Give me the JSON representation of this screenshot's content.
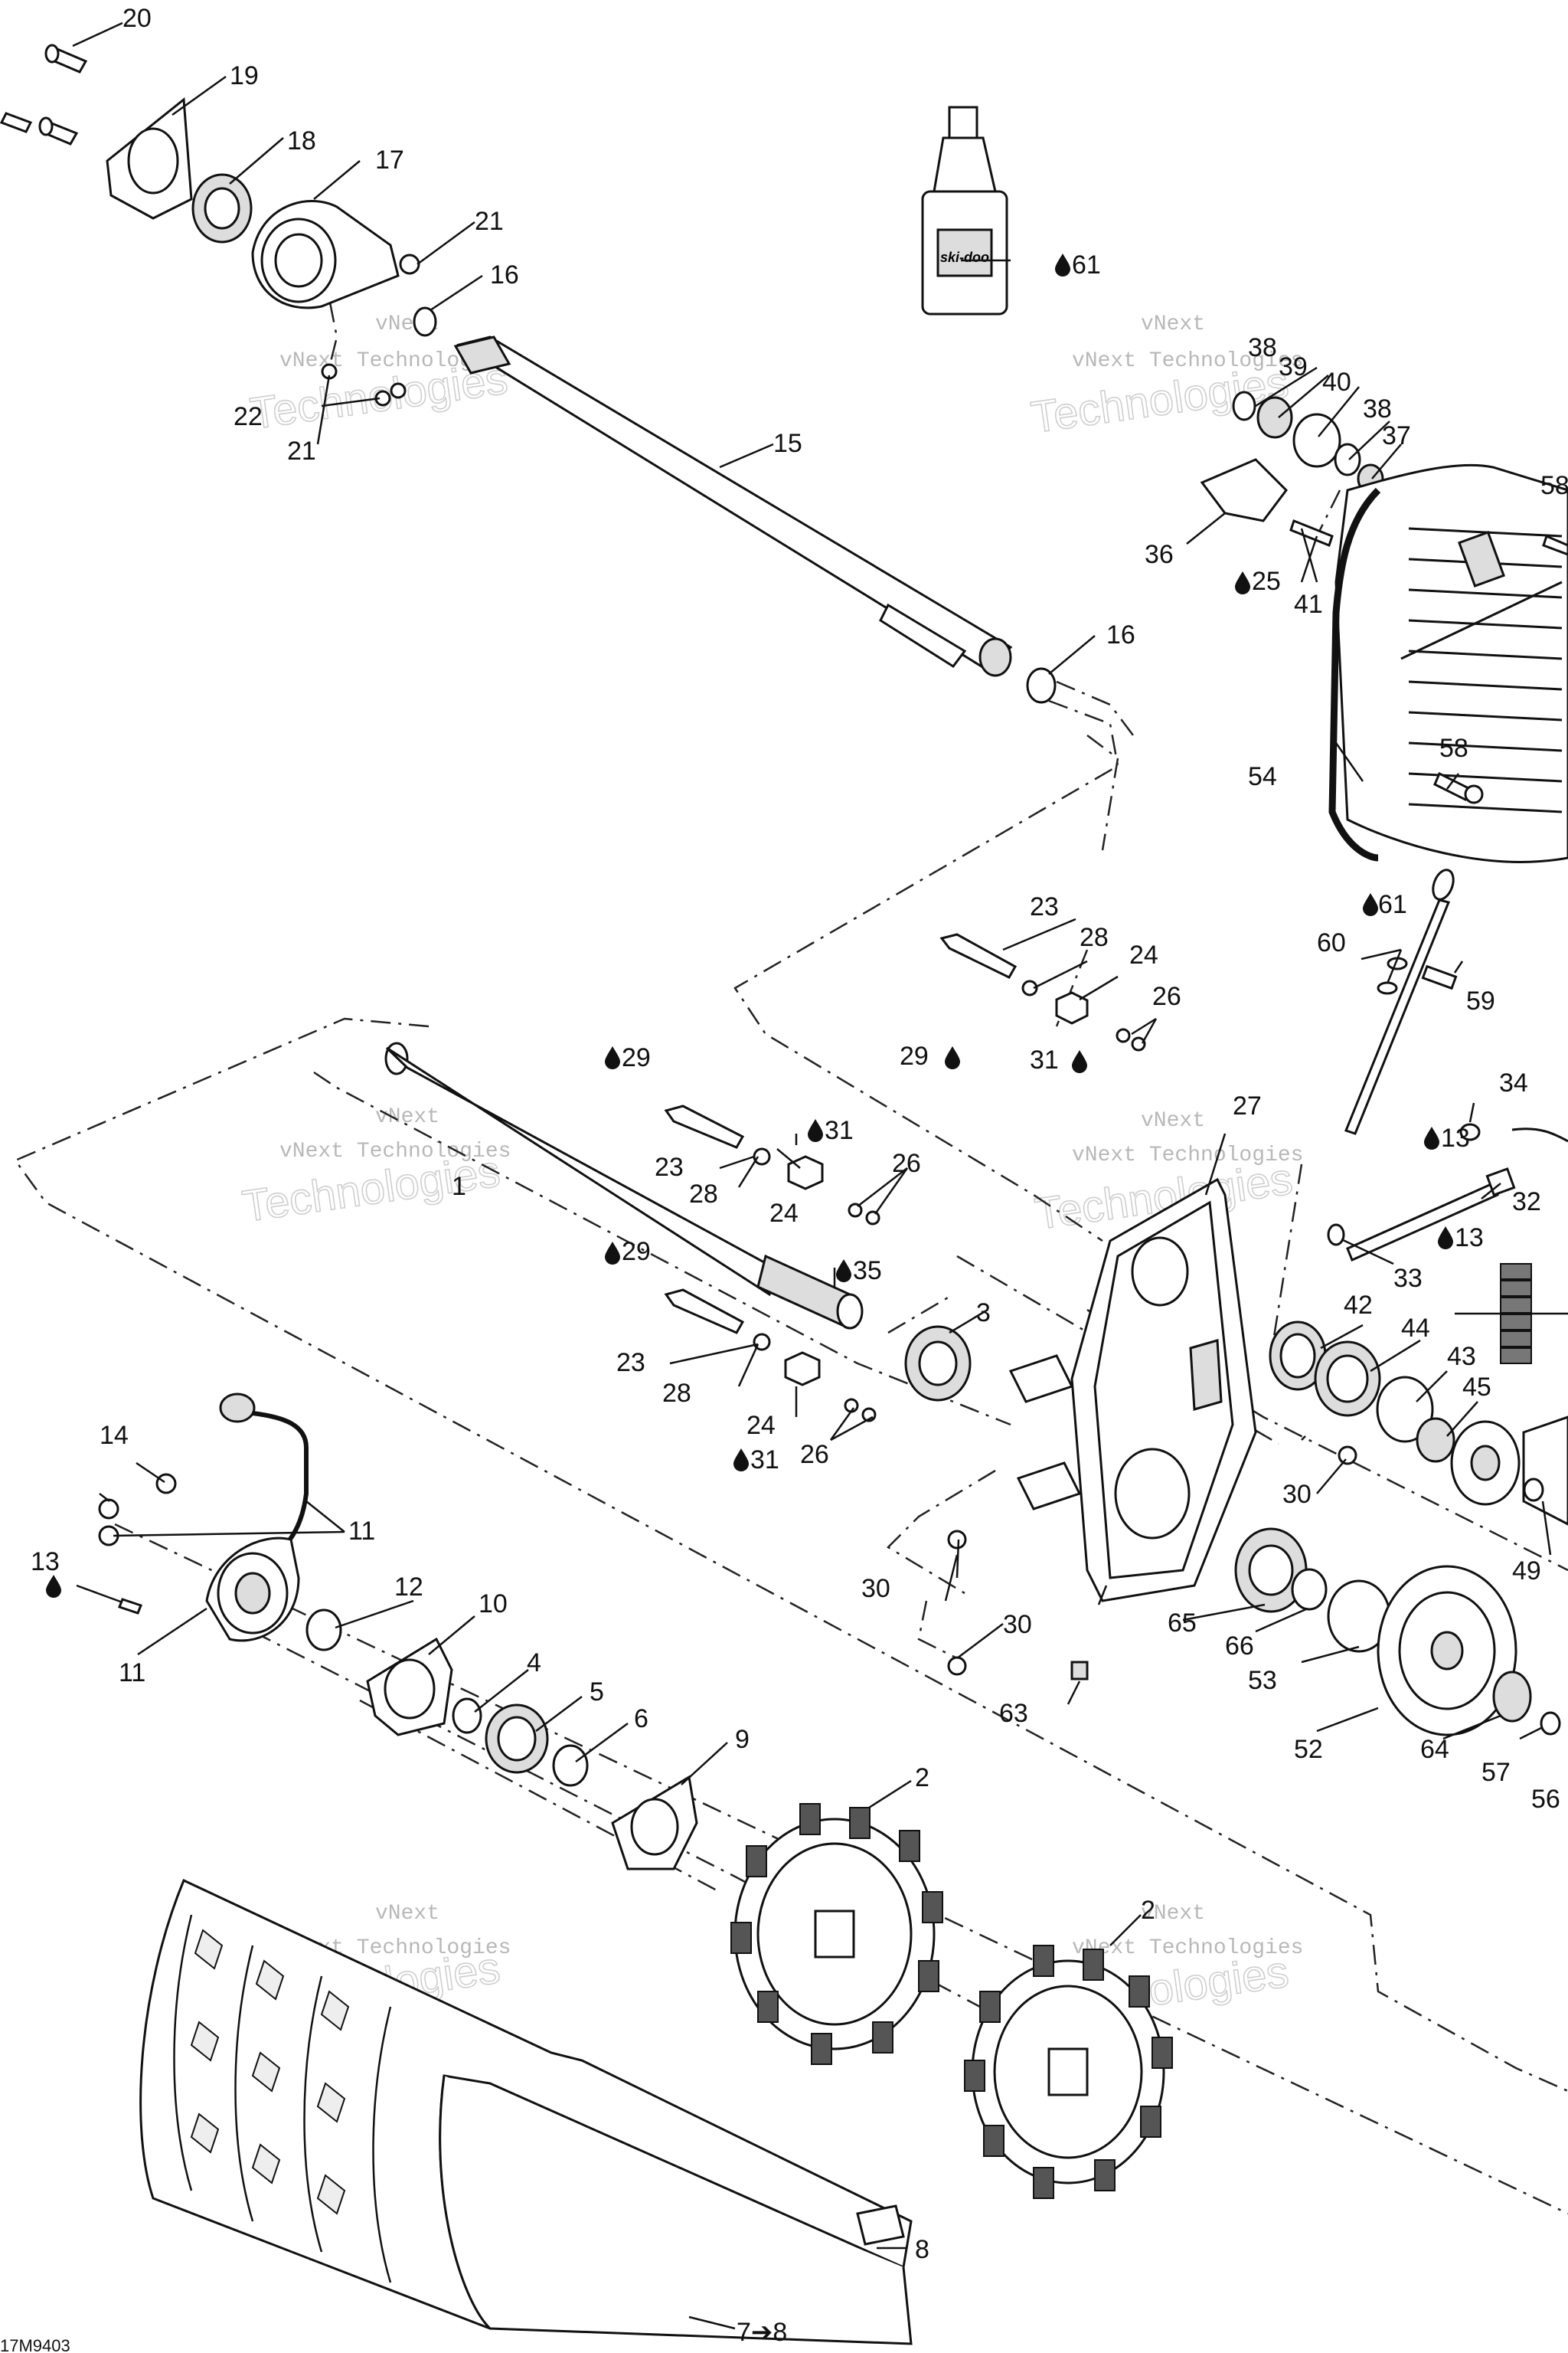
{
  "diagram": {
    "watermark": {
      "line1": "vNext",
      "line2": "vNext Technologies",
      "line3": "Technologies"
    },
    "figure_code": "17M9403",
    "labels": {
      "p1": "1",
      "p2a": "2",
      "p2b": "2",
      "p3": "3",
      "p4": "4",
      "p5": "5",
      "p6": "6",
      "p7": "7➔8",
      "p8": "8",
      "p9": "9",
      "p10": "10",
      "p11a": "11",
      "p11b": "11",
      "p12": "12",
      "p13a": "13",
      "p13b": "13",
      "p13c": "13",
      "p14": "14",
      "p15": "15",
      "p16a": "16",
      "p16b": "16",
      "p17": "17",
      "p18": "18",
      "p19": "19",
      "p20": "20",
      "p21a": "21",
      "p21b": "21",
      "p22": "22",
      "p23a": "23",
      "p23b": "23",
      "p23c": "23",
      "p24a": "24",
      "p24b": "24",
      "p24c": "24",
      "p25": "25",
      "p26a": "26",
      "p26b": "26",
      "p26c": "26",
      "p27": "27",
      "p28a": "28",
      "p28b": "28",
      "p28c": "28",
      "p29a": "29",
      "p29b": "29",
      "p29c": "29",
      "p30a": "30",
      "p30b": "30",
      "p30c": "30",
      "p31a": "31",
      "p31b": "31",
      "p31c": "31",
      "p32": "32",
      "p33": "33",
      "p34": "34",
      "p35": "35",
      "p36": "36",
      "p37": "37",
      "p38a": "38",
      "p38b": "38",
      "p39": "39",
      "p40": "40",
      "p41": "41",
      "p42": "42",
      "p43": "43",
      "p44": "44",
      "p45": "45",
      "p49": "49",
      "p52": "52",
      "p53": "53",
      "p54": "54",
      "p56": "56",
      "p57": "57",
      "p58a": "58",
      "p58b": "58",
      "p59": "59",
      "p60": "60",
      "p61a": "61",
      "p61b": "61",
      "p63": "63",
      "p64": "64",
      "p65": "65",
      "p66": "66"
    },
    "bottle_brand": "ski-doo"
  }
}
